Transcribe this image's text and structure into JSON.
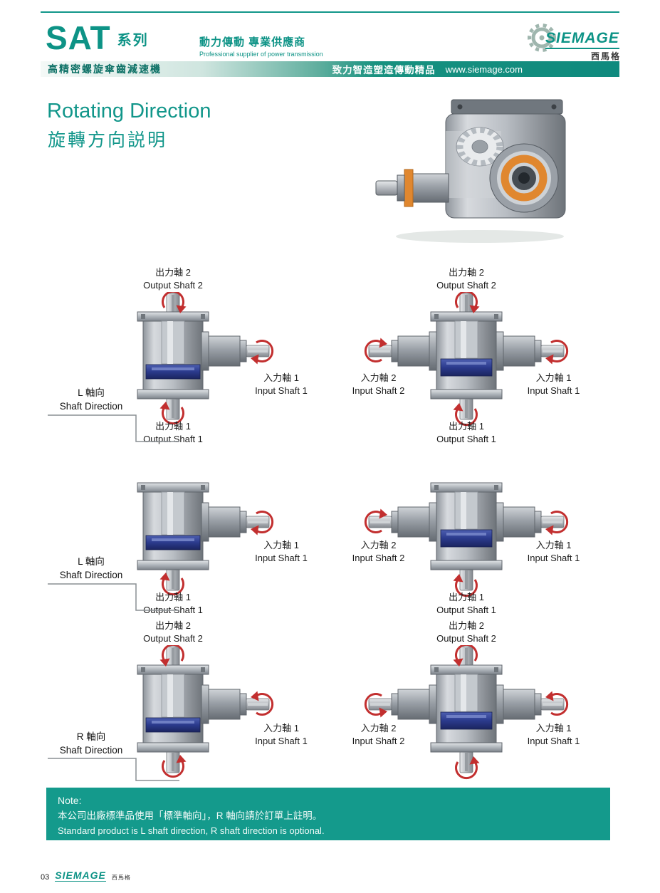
{
  "colors": {
    "teal": "#11968a",
    "banner_teal": "#0f8a7e",
    "note_bg": "#149a8c",
    "arrow_red": "#c22f2f",
    "bearing_blue": "#2b3a8c",
    "accent_orange": "#e0872f"
  },
  "header": {
    "series": "SAT",
    "series_suffix": "系列",
    "slogan_cn": "動力傳動 專業供應商",
    "slogan_en": "Professional supplier of power transmission",
    "brand": "SIEMAGE",
    "brand_cn": "西馬格",
    "banner_left": "高精密螺旋傘齒減速機",
    "banner_right": "致力智造塑造傳動精品",
    "website": "www.siemage.com"
  },
  "title": {
    "en": "Rotating Direction",
    "cn": "旋轉方向説明"
  },
  "directions": {
    "row1": {
      "cn": "L 軸向",
      "en": "Shaft Direction"
    },
    "row2": {
      "cn": "L 軸向",
      "en": "Shaft Direction"
    },
    "row3": {
      "cn": "R 軸向",
      "en": "Shaft Direction"
    }
  },
  "diagrams": {
    "r1l": {
      "top_cn": "出力軸 2",
      "top_en": "Output Shaft 2",
      "right_cn": "入力軸 1",
      "right_en": "Input Shaft 1",
      "bottom_cn": "出力軸 1",
      "bottom_en": "Output Shaft 1"
    },
    "r1r": {
      "top_cn": "出力軸 2",
      "top_en": "Output Shaft 2",
      "left_cn": "入力軸 2",
      "left_en": "Input Shaft 2",
      "right_cn": "入力軸 1",
      "right_en": "Input Shaft 1",
      "bottom_cn": "出力軸 1",
      "bottom_en": "Output Shaft 1"
    },
    "r2l": {
      "right_cn": "入力軸 1",
      "right_en": "Input Shaft 1",
      "bottom_cn": "出力軸 1",
      "bottom_en": "Output Shaft 1"
    },
    "r2r": {
      "left_cn": "入力軸 2",
      "left_en": "Input Shaft 2",
      "right_cn": "入力軸 1",
      "right_en": "Input Shaft 1",
      "bottom_cn": "出力軸 1",
      "bottom_en": "Output Shaft 1"
    },
    "r3l": {
      "top_cn": "出力軸 2",
      "top_en": "Output Shaft 2",
      "right_cn": "入力軸 1",
      "right_en": "Input Shaft 1"
    },
    "r3r": {
      "top_cn": "出力軸 2",
      "top_en": "Output Shaft 2",
      "left_cn": "入力軸 2",
      "left_en": "Input Shaft 2",
      "right_cn": "入力軸 1",
      "right_en": "Input Shaft 1"
    }
  },
  "note": {
    "title": "Note:",
    "line_cn": "本公司出廠標準品使用「標準軸向」，R 軸向請於訂單上註明。",
    "line_en": "Standard product is L shaft direction, R shaft direction is optional."
  },
  "footer": {
    "page_number": "03",
    "brand": "SIEMAGE",
    "brand_cn": "西馬格"
  }
}
